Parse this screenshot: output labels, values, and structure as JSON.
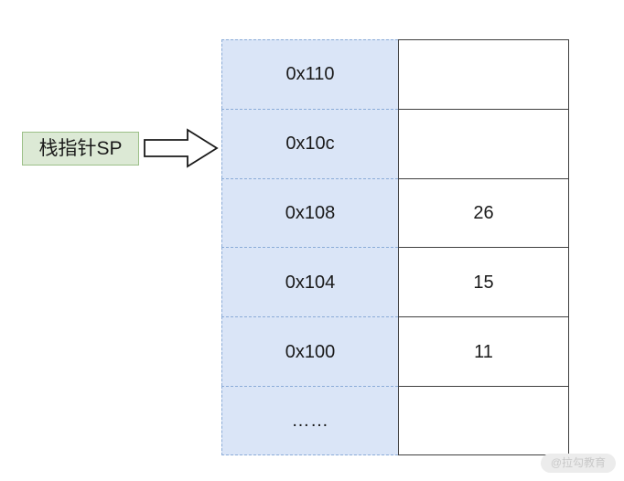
{
  "diagram": {
    "title": "stack-pointer-memory-layout",
    "background_color": "#ffffff",
    "pointer_label": {
      "text": "栈指针SP",
      "fill_color": "#dce9d5",
      "border_color": "#9cc088"
    },
    "pointer_arrow": {
      "icon": "right-block-arrow-icon",
      "fill_color": "#ffffff",
      "stroke_color": "#1a1a1a",
      "points_to_row_index": 1
    },
    "memory_table": {
      "address_column": {
        "fill_color": "#dae5f7",
        "border_color": "#8bacd8",
        "border_style": "dashed"
      },
      "value_column": {
        "fill_color": "#ffffff",
        "border_color": "#3f3f3f",
        "border_style": "solid"
      },
      "rows": [
        {
          "address": "0x110",
          "value": ""
        },
        {
          "address": "0x10c",
          "value": ""
        },
        {
          "address": "0x108",
          "value": "26"
        },
        {
          "address": "0x104",
          "value": "15"
        },
        {
          "address": "0x100",
          "value": "11"
        },
        {
          "address": "……",
          "value": ""
        }
      ]
    },
    "watermark": {
      "text": "@拉勾教育",
      "text_color": "#c9c9c9",
      "pill_color": "#ececec"
    }
  }
}
